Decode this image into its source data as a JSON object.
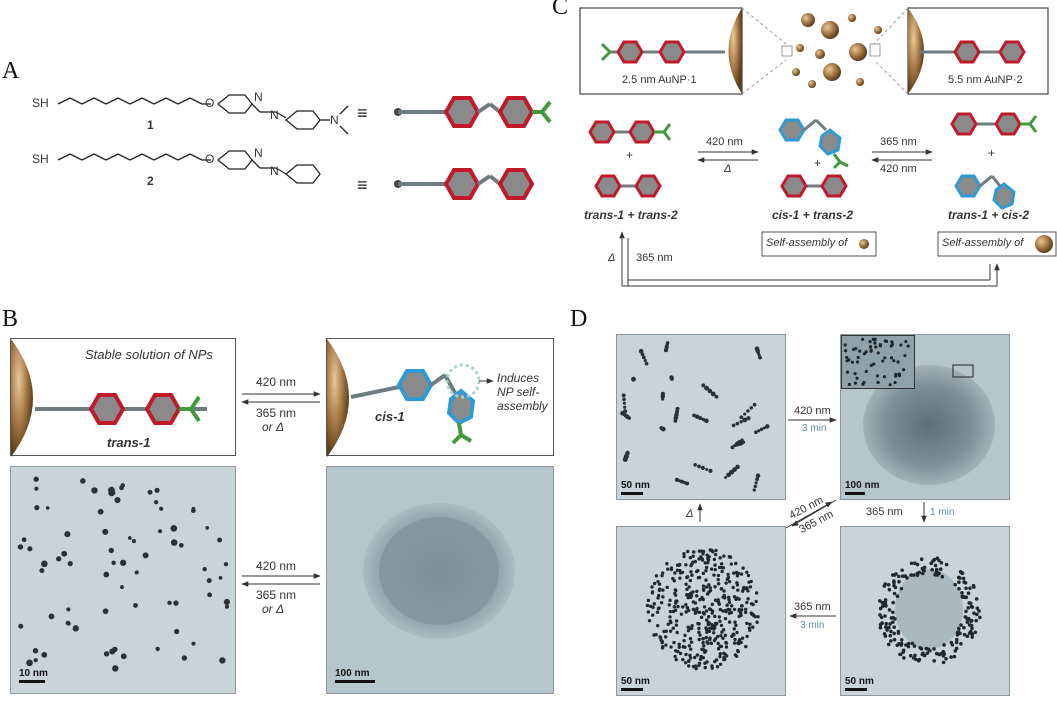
{
  "panels": {
    "a": "A",
    "b": "B",
    "c": "C",
    "d": "D"
  },
  "panel_a": {
    "compound1": {
      "thiol": "SH",
      "oxygen": "O",
      "number": "1",
      "equiv": "≡"
    },
    "compound2": {
      "thiol": "SH",
      "oxygen": "O",
      "number": "2",
      "equiv": "≡"
    },
    "azo": "N"
  },
  "panel_c": {
    "np1_label": "2.5 nm AuNP·1",
    "np2_label": "5.5 nm AuNP·2",
    "state1": "trans-1 + trans-2",
    "state2": "cis-1 + trans-2",
    "state3": "trans-1 + cis-2",
    "plus": "+",
    "arrow12_top": "420 nm",
    "arrow12_bottom": "Δ",
    "arrow23_top": "365 nm",
    "arrow23_bottom": "420 nm",
    "selfassembly_small": "Self-assembly of",
    "selfassembly_large": "Self-assembly of",
    "return_left": "Δ",
    "return_right": "365 nm"
  },
  "panel_b": {
    "stable": "Stable solution of NPs",
    "trans_label": "trans-1",
    "cis_label": "cis-1",
    "induces": "Induces NP self-assembly",
    "arrow_top_fwd": "420 nm",
    "arrow_top_back": "365 nm",
    "arrow_top_or": "or Δ",
    "arrow_bot_fwd": "420 nm",
    "arrow_bot_back": "365 nm",
    "arrow_bot_or": "or Δ",
    "scale_left": "10 nm",
    "scale_right": "100 nm"
  },
  "panel_d": {
    "top_arrow": "420 nm",
    "top_time": "3 min",
    "diag_a": "420 nm",
    "diag_b": "365 nm",
    "right_arrow": "365 nm",
    "right_time": "1 min",
    "bottom_arrow": "365 nm",
    "bottom_time": "3 min",
    "left_arrow": "Δ",
    "scale_tl": "50 nm",
    "scale_tr": "100 nm",
    "scale_bl": "50 nm",
    "scale_br": "50 nm"
  }
}
